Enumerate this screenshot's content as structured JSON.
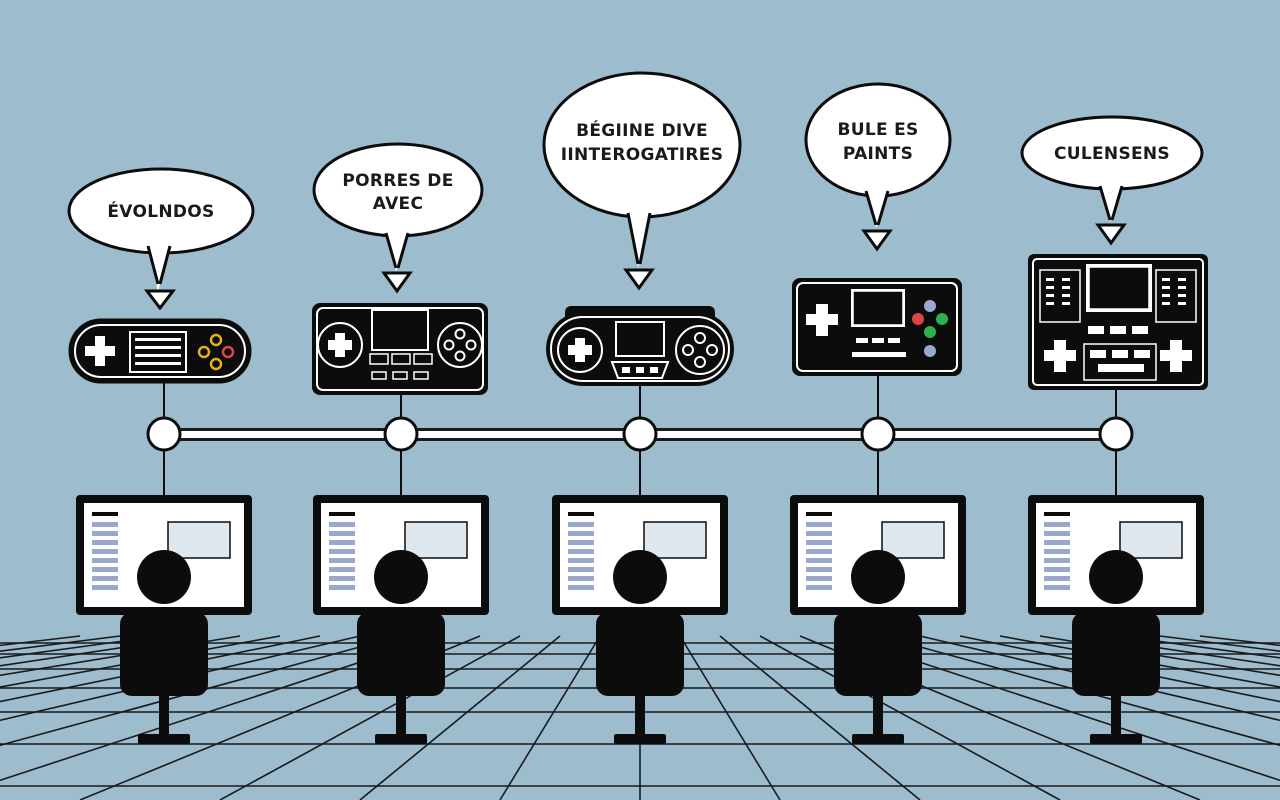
{
  "colors": {
    "background": "#9dbccd",
    "grid_line": "#1a1a1a",
    "ink": "#0c0c0c",
    "bubble_fill": "#ffffff",
    "screen_panel": "#dfe7ef",
    "accent_red": "#e04545",
    "accent_green": "#2bb24c",
    "accent_yellow": "#e6b21c",
    "accent_blue": "#9aa8cc"
  },
  "timeline": {
    "stages": [
      {
        "label_lines": [
          "ÉVOLNDOS"
        ],
        "controller_icon": "snes-gamepad-icon"
      },
      {
        "label_lines": [
          "PORRES DE",
          "AVEC"
        ],
        "controller_icon": "handheld-console-icon"
      },
      {
        "label_lines": [
          "BÉGIINE DIVE",
          "IINTEROGATIRES"
        ],
        "controller_icon": "modern-gamepad-icon"
      },
      {
        "label_lines": [
          "BULE ES",
          "PAINTS"
        ],
        "controller_icon": "portable-console-icon"
      },
      {
        "label_lines": [
          "CULENSENS"
        ],
        "controller_icon": "advanced-console-icon"
      }
    ]
  }
}
